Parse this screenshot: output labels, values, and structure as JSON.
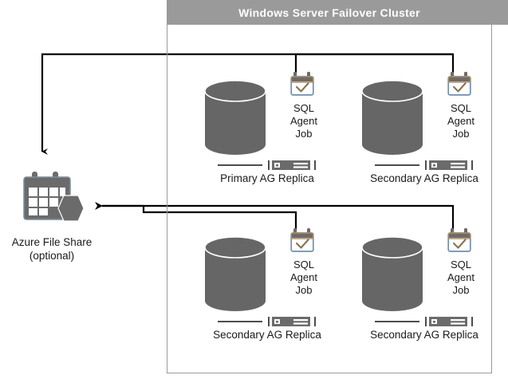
{
  "diagram": {
    "title": "Windows Server Failover Cluster",
    "colors": {
      "banner_bg": "#9a9a9a",
      "banner_text": "#ffffff",
      "box_border": "#9a9a9a",
      "database_fill": "#666666",
      "icon_gray": "#666666",
      "icon_outline_blue": "#6f8fb0",
      "icon_outline_tan": "#b08a5a",
      "wire": "#000000",
      "label_text": "#1a1a1a"
    }
  },
  "cluster": {
    "header_label": "Windows Server Failover Cluster",
    "nodes": [
      {
        "id": "primary-replica",
        "label": "Primary AG Replica",
        "agent_label": "SQL\nAgent\nJob",
        "agent_icon": "calendar-check-icon",
        "database_icon": "database-cylinder-icon",
        "server_icon": "server-rack-icon",
        "position": "top-left"
      },
      {
        "id": "secondary-replica-top-right",
        "label": "Secondary AG Replica",
        "agent_label": "SQL\nAgent\nJob",
        "agent_icon": "calendar-check-icon",
        "database_icon": "database-cylinder-icon",
        "server_icon": "server-rack-icon",
        "position": "top-right"
      },
      {
        "id": "secondary-replica-bottom-left",
        "label": "Secondary AG Replica",
        "agent_label": "SQL\nAgent\nJob",
        "agent_icon": "calendar-check-icon",
        "database_icon": "database-cylinder-icon",
        "server_icon": "server-rack-icon",
        "position": "bottom-left"
      },
      {
        "id": "secondary-replica-bottom-right",
        "label": "Secondary AG Replica",
        "agent_label": "SQL\nAgent\nJob",
        "agent_icon": "calendar-check-icon",
        "database_icon": "database-cylinder-icon",
        "server_icon": "server-rack-icon",
        "position": "bottom-right"
      }
    ]
  },
  "azure_share": {
    "icon": "azure-file-share-icon",
    "label": "Azure File Share\n(optional)"
  }
}
